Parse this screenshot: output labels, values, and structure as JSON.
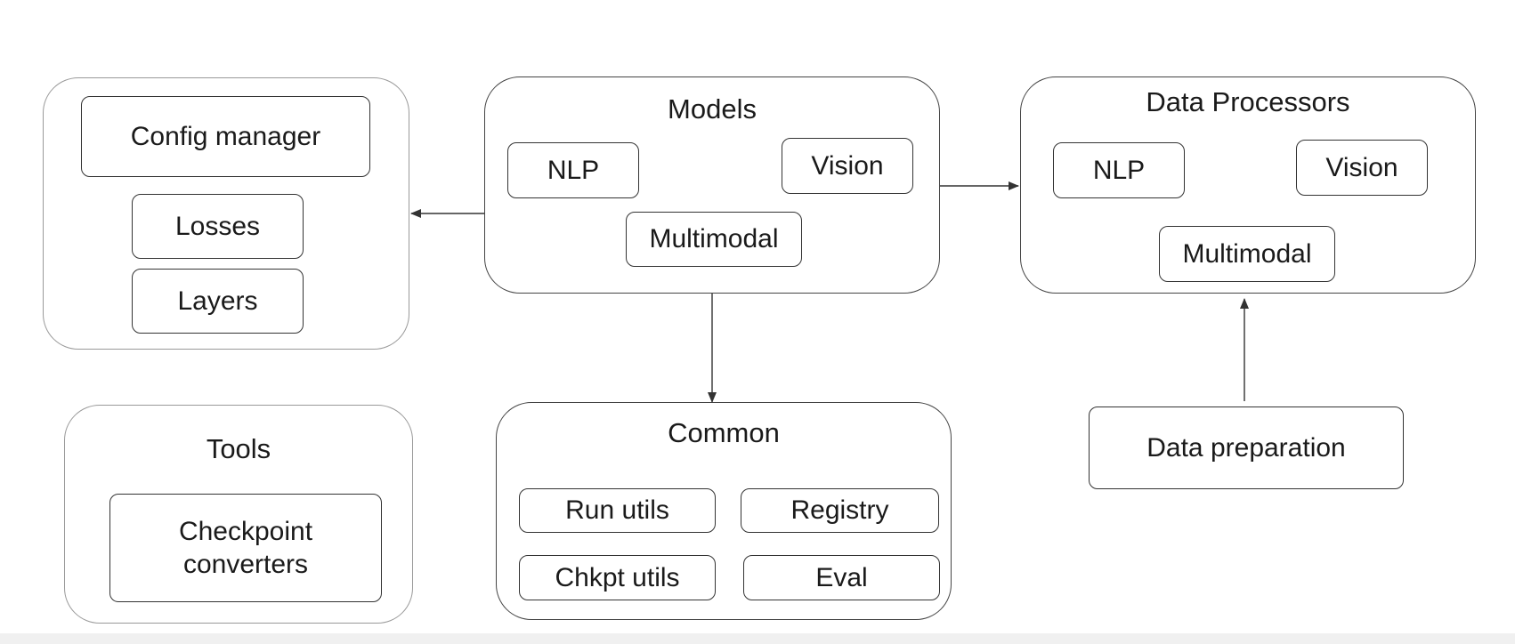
{
  "groups": {
    "core": {
      "items": [
        "Config manager",
        "Losses",
        "Layers"
      ]
    },
    "models": {
      "title": "Models",
      "items": [
        "NLP",
        "Vision",
        "Multimodal"
      ]
    },
    "data_processors": {
      "title": "Data Processors",
      "items": [
        "NLP",
        "Vision",
        "Multimodal"
      ]
    },
    "tools": {
      "title": "Tools",
      "items": [
        "Checkpoint converters"
      ]
    },
    "common": {
      "title": "Common",
      "items": [
        "Run utils",
        "Registry",
        "Chkpt utils",
        "Eval"
      ]
    },
    "data_preparation": {
      "label": "Data preparation"
    }
  },
  "edges": [
    {
      "from": "models",
      "to": "core"
    },
    {
      "from": "models",
      "to": "data_processors"
    },
    {
      "from": "models",
      "to": "common"
    },
    {
      "from": "data_preparation",
      "to": "data_processors"
    }
  ],
  "colors": {
    "stroke": "#333333",
    "light_stroke": "#999999",
    "background": "#ffffff"
  }
}
